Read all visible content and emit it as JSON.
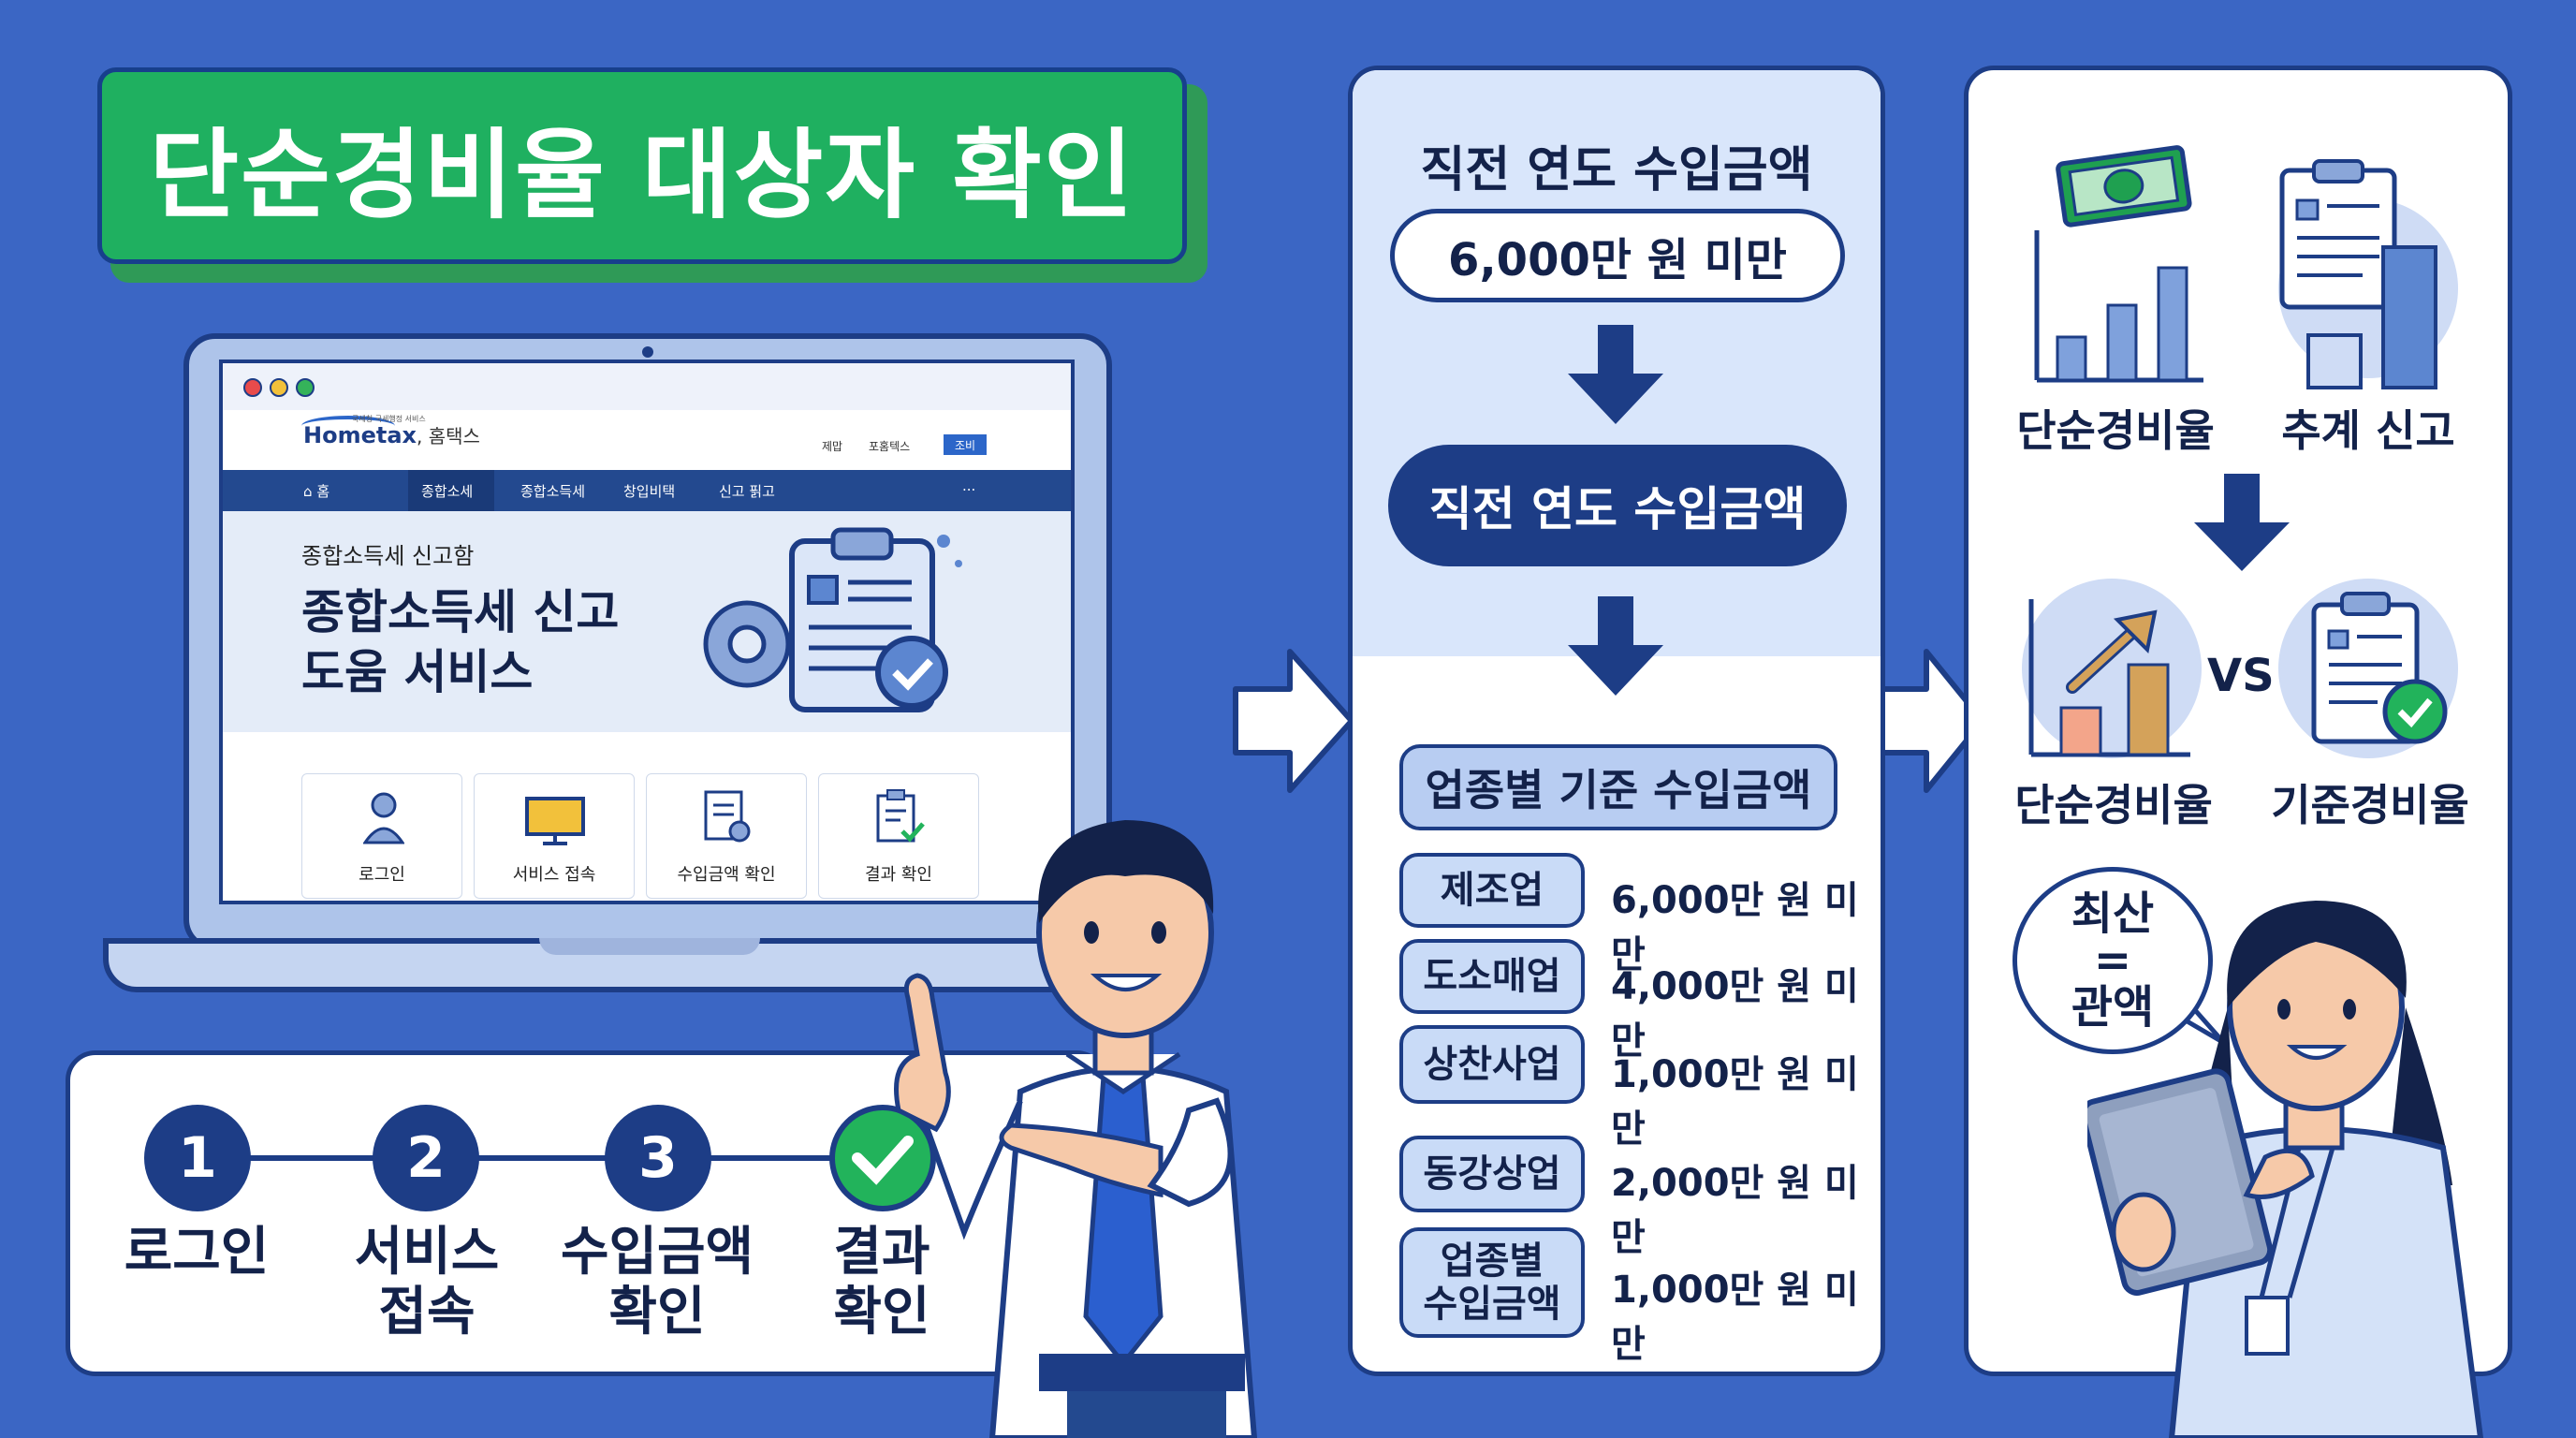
{
  "title": "단순경비율 대상자 확인",
  "laptop": {
    "logo": "Hometax",
    "logo_suffix": "홈택스",
    "logo_subtext": "국세청 국세행정 서비스",
    "header_links": [
      "제맙",
      "포홈텍스"
    ],
    "header_button": "조비",
    "nav": [
      "홈",
      "종합소세",
      "종합소득세",
      "창입비택",
      "신고 핅고",
      "..."
    ],
    "hero_small": "종합소득세 신고함",
    "hero_title_line1": "종합소득세 신고",
    "hero_title_line2": "도움 서비스",
    "cards": [
      {
        "label": "로그인",
        "icon": "user-icon"
      },
      {
        "label": "서비스 접속",
        "icon": "monitor-icon"
      },
      {
        "label": "수입금액 확인",
        "icon": "document-search-icon"
      },
      {
        "label": "결과 확인",
        "icon": "clipboard-check-icon"
      }
    ]
  },
  "steps": [
    {
      "number": "1",
      "label_line1": "로그인",
      "label_line2": ""
    },
    {
      "number": "2",
      "label_line1": "서비스",
      "label_line2": "접속"
    },
    {
      "number": "3",
      "label_line1": "수입금액",
      "label_line2": "확인"
    },
    {
      "number": "",
      "label_line1": "결과",
      "label_line2": "확인",
      "icon": "check-icon"
    }
  ],
  "middle": {
    "heading": "직전 연도 수입금액",
    "threshold": "6,000만 원 미만",
    "box2": "직전 연도 수입금액",
    "box3": "업종별 기준 수입금액",
    "industries": [
      {
        "name_line1": "제조업",
        "name_line2": "",
        "value": "6,000만 원 미만"
      },
      {
        "name_line1": "도소매업",
        "name_line2": "",
        "value": "4,000만 원 미만"
      },
      {
        "name_line1": "상찬사업",
        "name_line2": "",
        "value": "1,000만 원 미만"
      },
      {
        "name_line1": "동강상업",
        "name_line2": "",
        "value": "2,000만 원 미만"
      },
      {
        "name_line1": "업종별",
        "name_line2": "수입금액",
        "value": "1,000만 원 미만"
      }
    ]
  },
  "right": {
    "top_left_label": "단순경비율",
    "top_right_label": "추계 신고",
    "vs": "VS",
    "bottom_left_label": "단순경비율",
    "bottom_right_label": "기준경비율"
  },
  "bubble": {
    "line1": "최산",
    "line2": "=",
    "line3": "관액"
  },
  "colors": {
    "background": "#3b66c4",
    "navy": "#1d3d86",
    "green": "#1fb060",
    "light_blue": "#d9e6fb"
  }
}
